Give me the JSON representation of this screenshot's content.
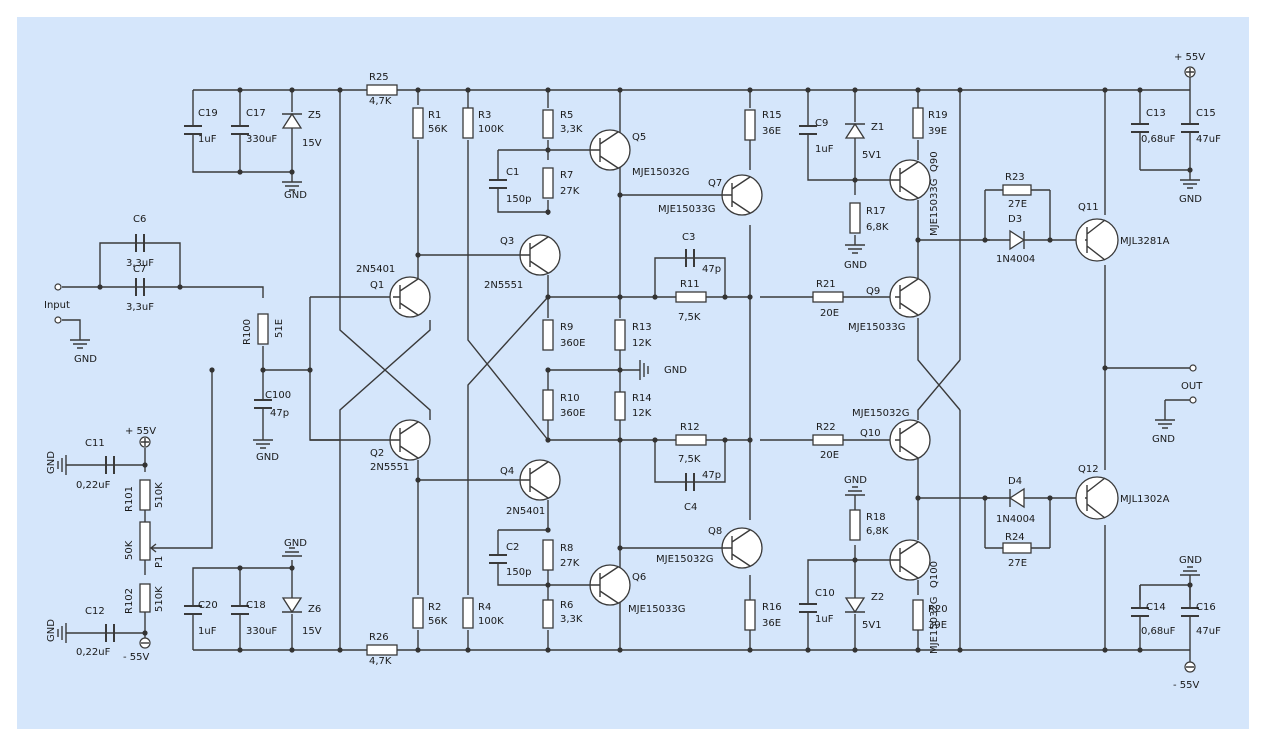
{
  "colors": {
    "panel": "#d5e6fb",
    "wire": "#3a3a3a",
    "label": "#1a1a1a"
  },
  "rails": {
    "pos_top": "+ 55V",
    "neg_bottom": "- 55V",
    "pos_left": "+ 55V",
    "neg_left": "- 55V"
  },
  "io": {
    "input": "Input",
    "output": "OUT"
  },
  "ground": "GND",
  "resistors": [
    {
      "ref": "R25",
      "val": "4,7K"
    },
    {
      "ref": "R26",
      "val": "4,7K"
    },
    {
      "ref": "R1",
      "val": "56K"
    },
    {
      "ref": "R2",
      "val": "56K"
    },
    {
      "ref": "R3",
      "val": "100K"
    },
    {
      "ref": "R4",
      "val": "100K"
    },
    {
      "ref": "R5",
      "val": "3,3K"
    },
    {
      "ref": "R6",
      "val": "3,3K"
    },
    {
      "ref": "R7",
      "val": "27K"
    },
    {
      "ref": "R8",
      "val": "27K"
    },
    {
      "ref": "R9",
      "val": "360E"
    },
    {
      "ref": "R10",
      "val": "360E"
    },
    {
      "ref": "R13",
      "val": "12K"
    },
    {
      "ref": "R14",
      "val": "12K"
    },
    {
      "ref": "R11",
      "val": "7,5K"
    },
    {
      "ref": "R12",
      "val": "7,5K"
    },
    {
      "ref": "R15",
      "val": "36E"
    },
    {
      "ref": "R16",
      "val": "36E"
    },
    {
      "ref": "R17",
      "val": "6,8K"
    },
    {
      "ref": "R18",
      "val": "6,8K"
    },
    {
      "ref": "R19",
      "val": "39E"
    },
    {
      "ref": "R20",
      "val": "39E"
    },
    {
      "ref": "R21",
      "val": "20E"
    },
    {
      "ref": "R22",
      "val": "20E"
    },
    {
      "ref": "R23",
      "val": "27E"
    },
    {
      "ref": "R24",
      "val": "27E"
    },
    {
      "ref": "R100",
      "val": "51E"
    },
    {
      "ref": "R101",
      "val": "510K"
    },
    {
      "ref": "R102",
      "val": "510K"
    }
  ],
  "capacitors": [
    {
      "ref": "C19",
      "val": "1uF"
    },
    {
      "ref": "C17",
      "val": "330uF"
    },
    {
      "ref": "C20",
      "val": "1uF"
    },
    {
      "ref": "C18",
      "val": "330uF"
    },
    {
      "ref": "C6",
      "val": "3,3uF"
    },
    {
      "ref": "C7",
      "val": "3,3uF"
    },
    {
      "ref": "C100",
      "val": "47p"
    },
    {
      "ref": "C11",
      "val": "0,22uF"
    },
    {
      "ref": "C12",
      "val": "0,22uF"
    },
    {
      "ref": "C1",
      "val": "150p"
    },
    {
      "ref": "C2",
      "val": "150p"
    },
    {
      "ref": "C3",
      "val": "47p"
    },
    {
      "ref": "C4",
      "val": "47p"
    },
    {
      "ref": "C9",
      "val": "1uF"
    },
    {
      "ref": "C10",
      "val": "1uF"
    },
    {
      "ref": "C13",
      "val": "0,68uF"
    },
    {
      "ref": "C15",
      "val": "47uF"
    },
    {
      "ref": "C14",
      "val": "0,68uF"
    },
    {
      "ref": "C16",
      "val": "47uF"
    }
  ],
  "zeners": [
    {
      "ref": "Z5",
      "val": "15V"
    },
    {
      "ref": "Z6",
      "val": "15V"
    },
    {
      "ref": "Z1",
      "val": "5V1"
    },
    {
      "ref": "Z2",
      "val": "5V1"
    }
  ],
  "diodes": [
    {
      "ref": "D3",
      "val": "1N4004"
    },
    {
      "ref": "D4",
      "val": "1N4004"
    }
  ],
  "transistors": [
    {
      "ref": "Q1",
      "part": "2N5401"
    },
    {
      "ref": "Q2",
      "part": "2N5551"
    },
    {
      "ref": "Q3",
      "part": "2N5551"
    },
    {
      "ref": "Q4",
      "part": "2N5401"
    },
    {
      "ref": "Q5",
      "part": "MJE15032G"
    },
    {
      "ref": "Q6",
      "part": "MJE15033G"
    },
    {
      "ref": "Q7",
      "part": "MJE15033G"
    },
    {
      "ref": "Q8",
      "part": "MJE15032G"
    },
    {
      "ref": "Q9",
      "part": "MJE15033G"
    },
    {
      "ref": "Q10",
      "part": "MJE15032G"
    },
    {
      "ref": "Q90",
      "part": "MJE15033G"
    },
    {
      "ref": "Q100",
      "part": "MJE15032G"
    },
    {
      "ref": "Q11",
      "part": "MJL3281A"
    },
    {
      "ref": "Q12",
      "part": "MJL1302A"
    }
  ],
  "potentiometer": {
    "ref": "P1",
    "val": "50K"
  }
}
